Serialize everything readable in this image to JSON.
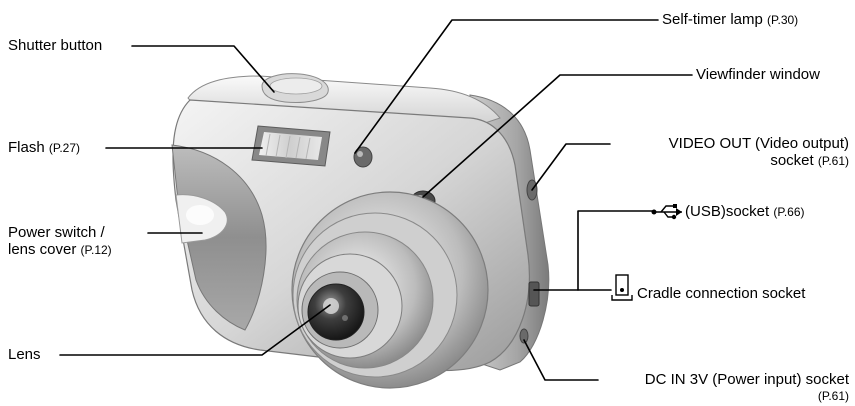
{
  "labels": {
    "shutter": {
      "text": "Shutter button"
    },
    "flash": {
      "text": "Flash",
      "ref": "(P.27)"
    },
    "power": {
      "line1": "Power switch /",
      "line2": "lens cover",
      "ref": "(P.12)"
    },
    "lens": {
      "text": "Lens"
    },
    "selftimer": {
      "text": "Self-timer lamp",
      "ref": "(P.30)"
    },
    "viewfinder": {
      "text": "Viewfinder window"
    },
    "video": {
      "line1": "VIDEO OUT (Video output)",
      "line2": "socket",
      "ref": "(P.61)"
    },
    "usb": {
      "text": "(USB)socket",
      "ref": "(P.66)"
    },
    "cradle": {
      "text": "Cradle connection socket"
    },
    "dcin": {
      "line1": "DC IN 3V (Power input) socket",
      "ref": "(P.61)"
    }
  },
  "icons": {
    "usb": "usb-symbol-icon",
    "cradle": "cradle-symbol-icon"
  },
  "colors": {
    "line": "#000000",
    "body_light": "#e9e9e9",
    "body_mid": "#c4c4c4",
    "body_dark": "#8a8a8a",
    "grip": "#9c9c9c"
  }
}
